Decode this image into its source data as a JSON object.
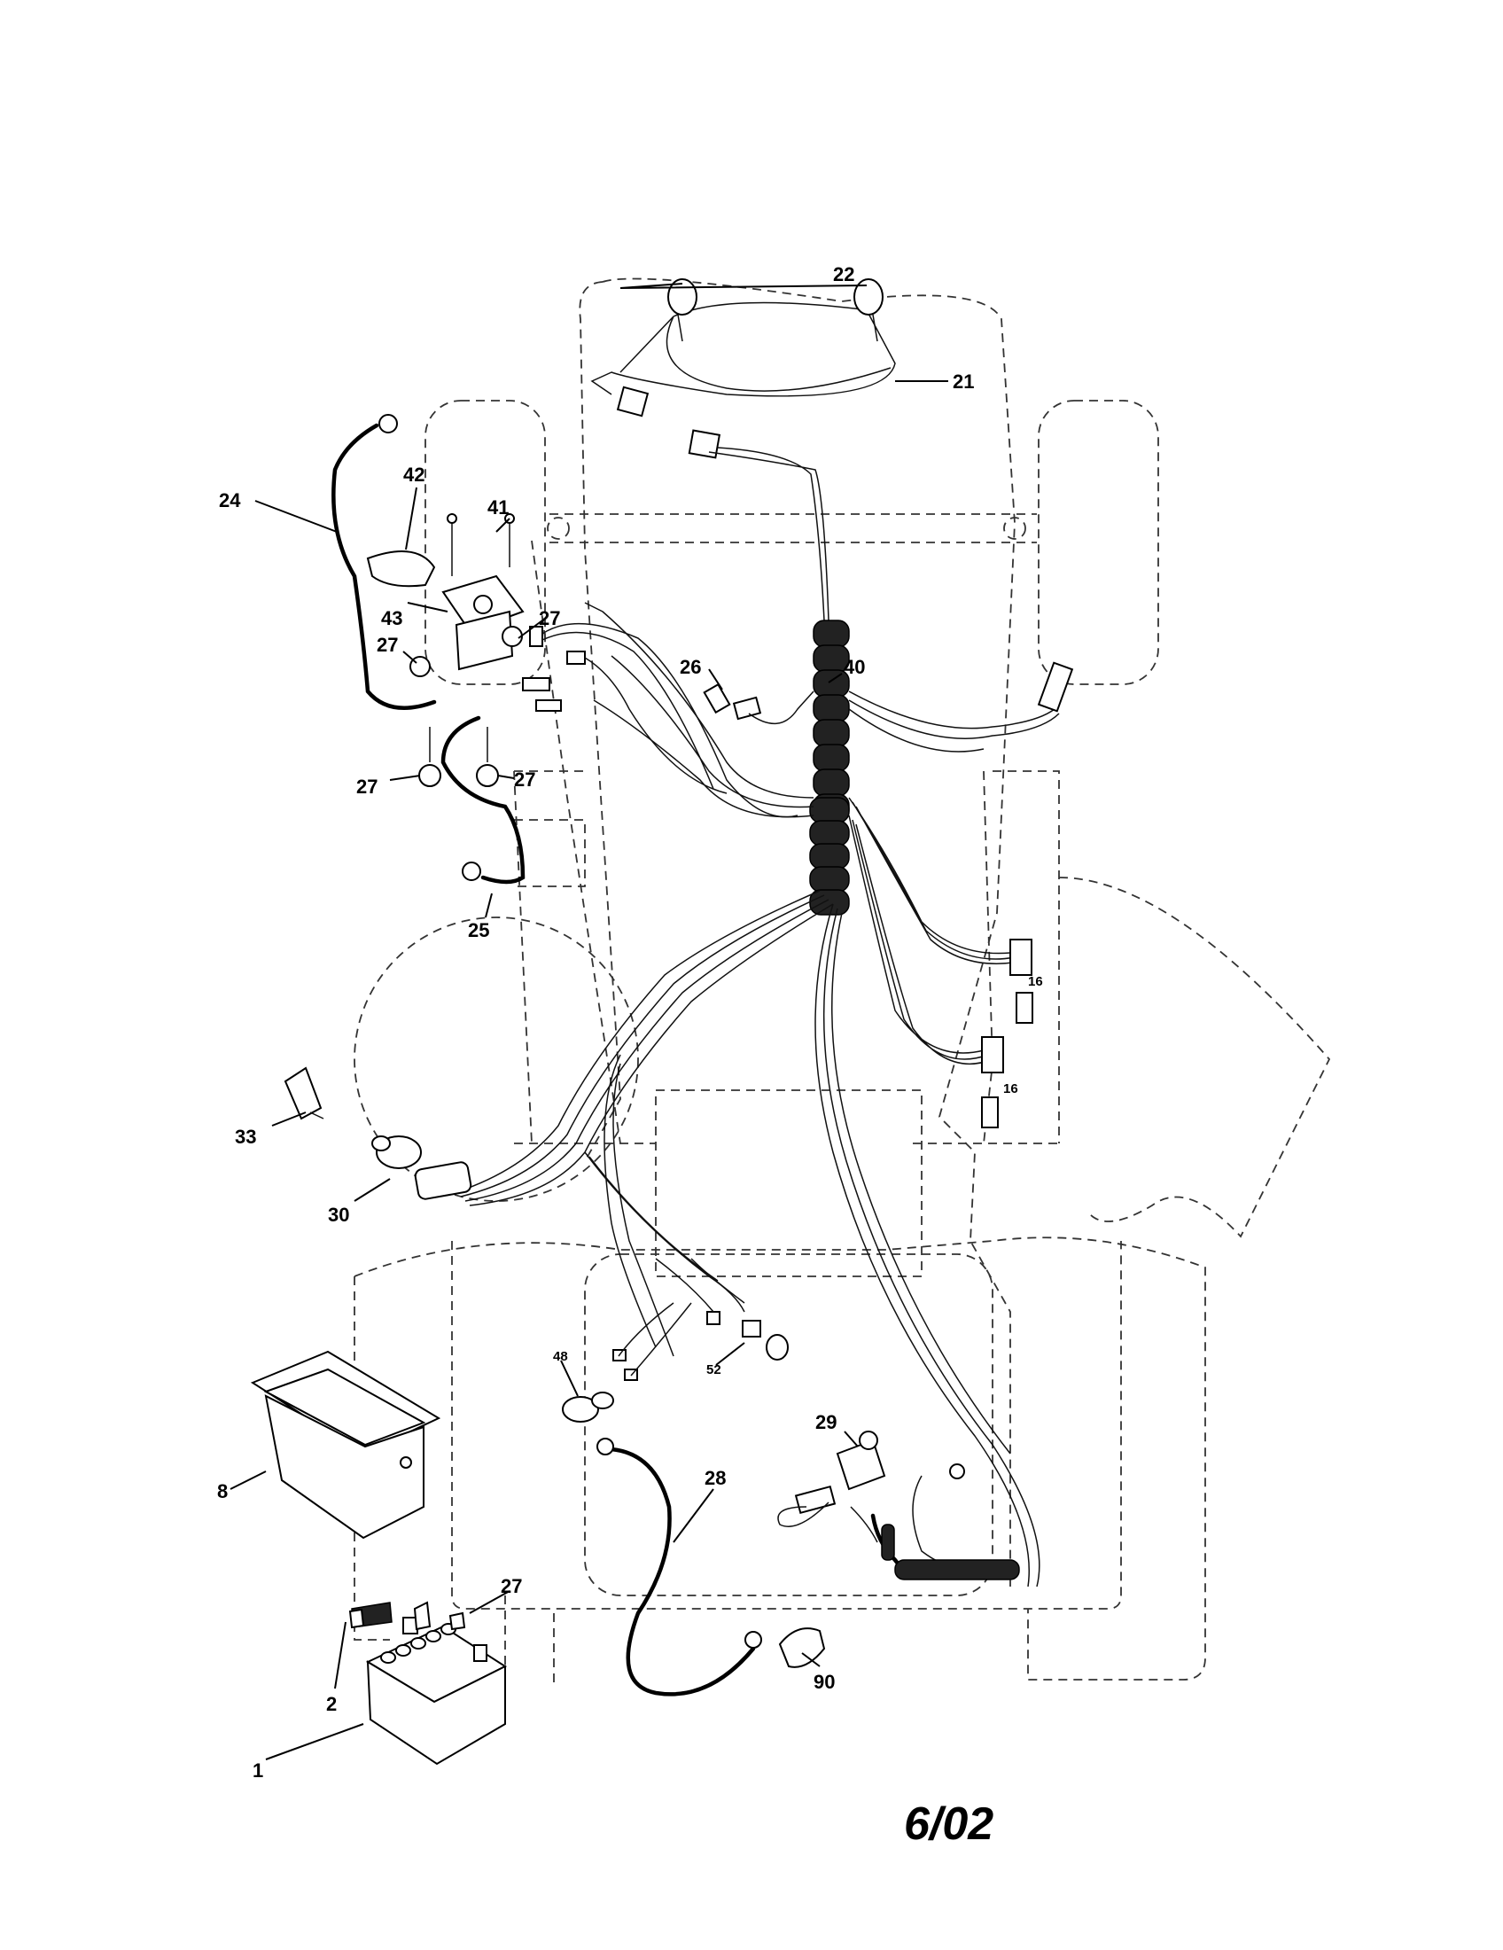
{
  "diagram": {
    "date_code": "6/02",
    "callouts": [
      {
        "id": "c22",
        "label": "22"
      },
      {
        "id": "c21",
        "label": "21"
      },
      {
        "id": "c42",
        "label": "42"
      },
      {
        "id": "c24",
        "label": "24"
      },
      {
        "id": "c41",
        "label": "41"
      },
      {
        "id": "c43",
        "label": "43"
      },
      {
        "id": "c27a",
        "label": "27"
      },
      {
        "id": "c27b",
        "label": "27"
      },
      {
        "id": "c27c",
        "label": "27"
      },
      {
        "id": "c27d",
        "label": "27"
      },
      {
        "id": "c26",
        "label": "26"
      },
      {
        "id": "c40",
        "label": "40"
      },
      {
        "id": "c25",
        "label": "25"
      },
      {
        "id": "c16a",
        "label": "16"
      },
      {
        "id": "c16b",
        "label": "16"
      },
      {
        "id": "c33",
        "label": "33"
      },
      {
        "id": "c30",
        "label": "30"
      },
      {
        "id": "c48",
        "label": "48"
      },
      {
        "id": "c52",
        "label": "52"
      },
      {
        "id": "c29",
        "label": "29"
      },
      {
        "id": "c8",
        "label": "8"
      },
      {
        "id": "c28",
        "label": "28"
      },
      {
        "id": "c27e",
        "label": "27"
      },
      {
        "id": "c2",
        "label": "2"
      },
      {
        "id": "c90",
        "label": "90"
      },
      {
        "id": "c1",
        "label": "1"
      }
    ]
  }
}
